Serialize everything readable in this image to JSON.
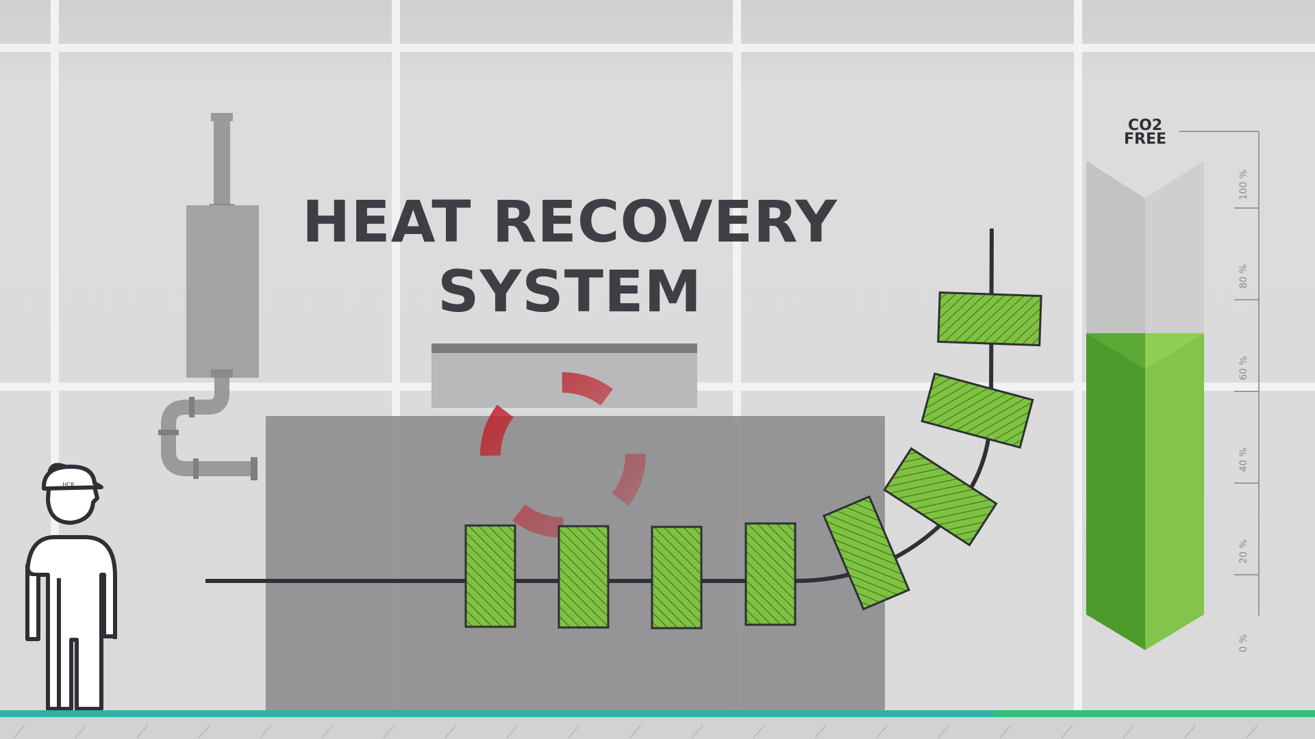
{
  "title": {
    "line1": "HEAT RECOVERY",
    "line2": "SYSTEM"
  },
  "gauge": {
    "label_line1": "CO2",
    "label_line2": "FREE",
    "fill_fraction": 0.62,
    "ticks": [
      "0 %",
      "20 %",
      "40 %",
      "60 %",
      "80 %",
      "100 %"
    ],
    "fill_color": "#6db33f",
    "fill_color_light": "#82c44c",
    "fill_color_dark": "#4e9a2a"
  },
  "worker": {
    "helmet_text": "HCR"
  },
  "colors": {
    "background": "#dcdcdc",
    "grid_line": "#f2f2f2",
    "machine": "#8f8f91",
    "pipe": "#9a9a9a",
    "panel_green": "#7fc241",
    "spinner_red": "#c0202b",
    "floor_teal": "#2bb3a3",
    "floor_green": "#2fbf7a",
    "title_text": "#3d3f45"
  }
}
